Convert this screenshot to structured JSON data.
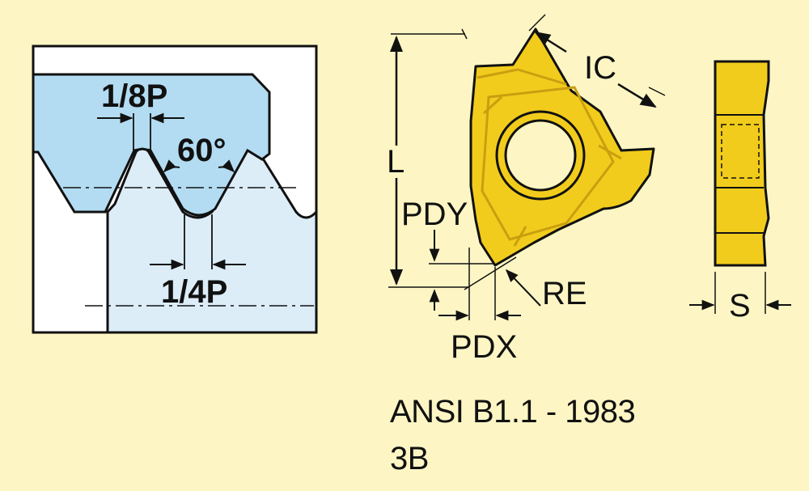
{
  "profile": {
    "crest_label": "1/8P",
    "angle_label": "60°",
    "root_label": "1/4P"
  },
  "insert": {
    "labels": {
      "ic": "IC",
      "l": "L",
      "pdy": "PDY",
      "re": "RE",
      "pdx": "PDX",
      "s": "S"
    }
  },
  "standard": {
    "line1": "ANSI B1.1 - 1983",
    "line2": "3B"
  },
  "colors": {
    "background": "#fdf6c4",
    "external_thread": "#b3dcf2",
    "internal_thread": "#dcedf8",
    "insert_fill": "#f2cc1c",
    "insert_shadow": "#c99f10",
    "outline": "#111111"
  }
}
